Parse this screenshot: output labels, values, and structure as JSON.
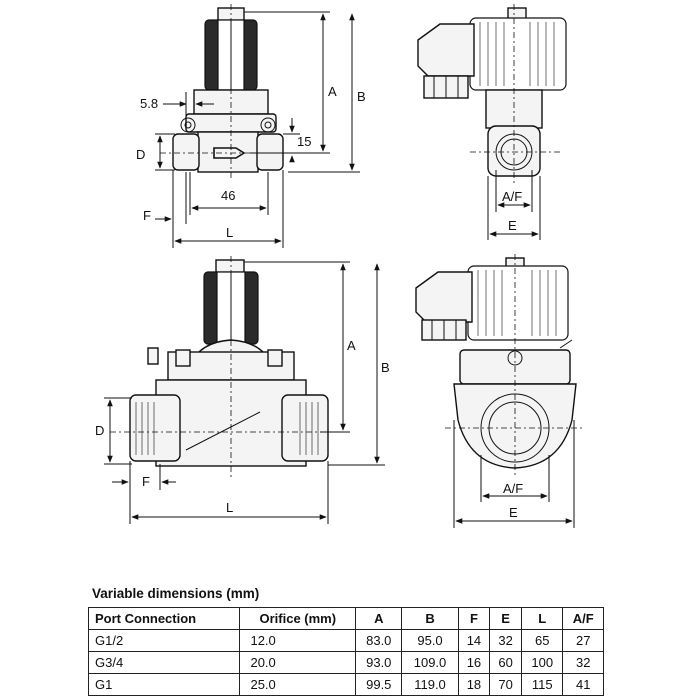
{
  "drawing": {
    "labels": {
      "a": "A",
      "b": "B",
      "d": "D",
      "f": "F",
      "l": "L",
      "e": "E",
      "af": "A/F",
      "dim_5_8": "5.8",
      "dim_15": "15",
      "dim_46": "46"
    }
  },
  "table": {
    "title": "Variable dimensions (mm)",
    "headers": [
      "Port Connection",
      "Orifice (mm)",
      "A",
      "B",
      "F",
      "E",
      "L",
      "A/F"
    ],
    "rows": [
      [
        "G1/2",
        "12.0",
        "83.0",
        "95.0",
        "14",
        "32",
        "65",
        "27"
      ],
      [
        "G3/4",
        "20.0",
        "93.0",
        "109.0",
        "16",
        "60",
        "100",
        "32"
      ],
      [
        "G1",
        "25.0",
        "99.5",
        "119.0",
        "18",
        "70",
        "115",
        "41"
      ]
    ]
  }
}
